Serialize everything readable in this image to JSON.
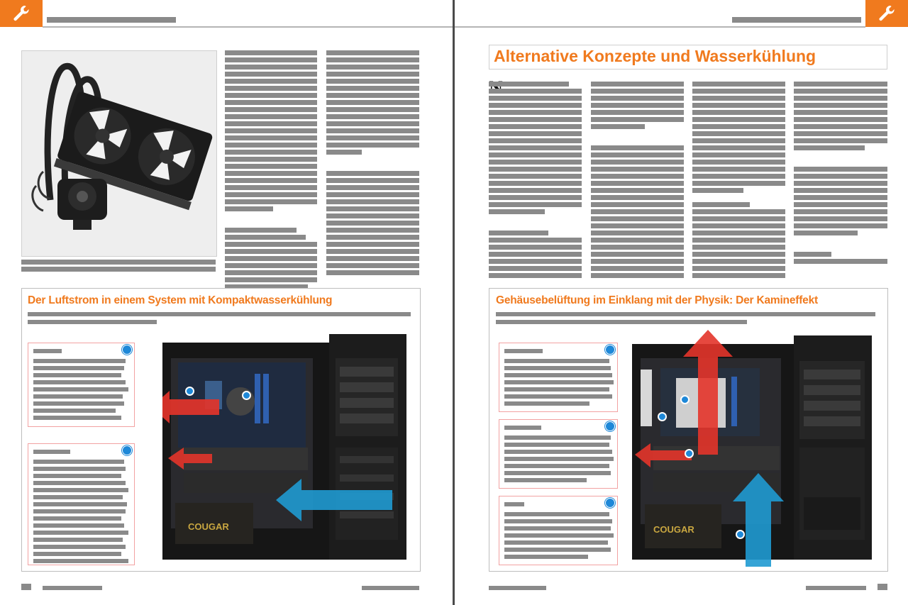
{
  "left_page": {
    "figure_title": "Der Luftstrom in einem System mit Kompaktwasserkühlung",
    "brand_case": "COUGAR"
  },
  "right_page": {
    "headline": "Alternative Konzepte und Wasserkühlung",
    "dropcap": "N",
    "figure_title": "Gehäusebelüftung im Einklang mit der Physik: Der Kamineffekt",
    "brand_case": "COUGAR"
  },
  "colors": {
    "accent": "#f07a1e",
    "marker": "#1e88d8",
    "arrow_hot": "#e3342a",
    "arrow_cold": "#1f9ad2",
    "text_placeholder": "#8a8a8a"
  },
  "icons": {
    "section_tab": "wrench-icon"
  }
}
